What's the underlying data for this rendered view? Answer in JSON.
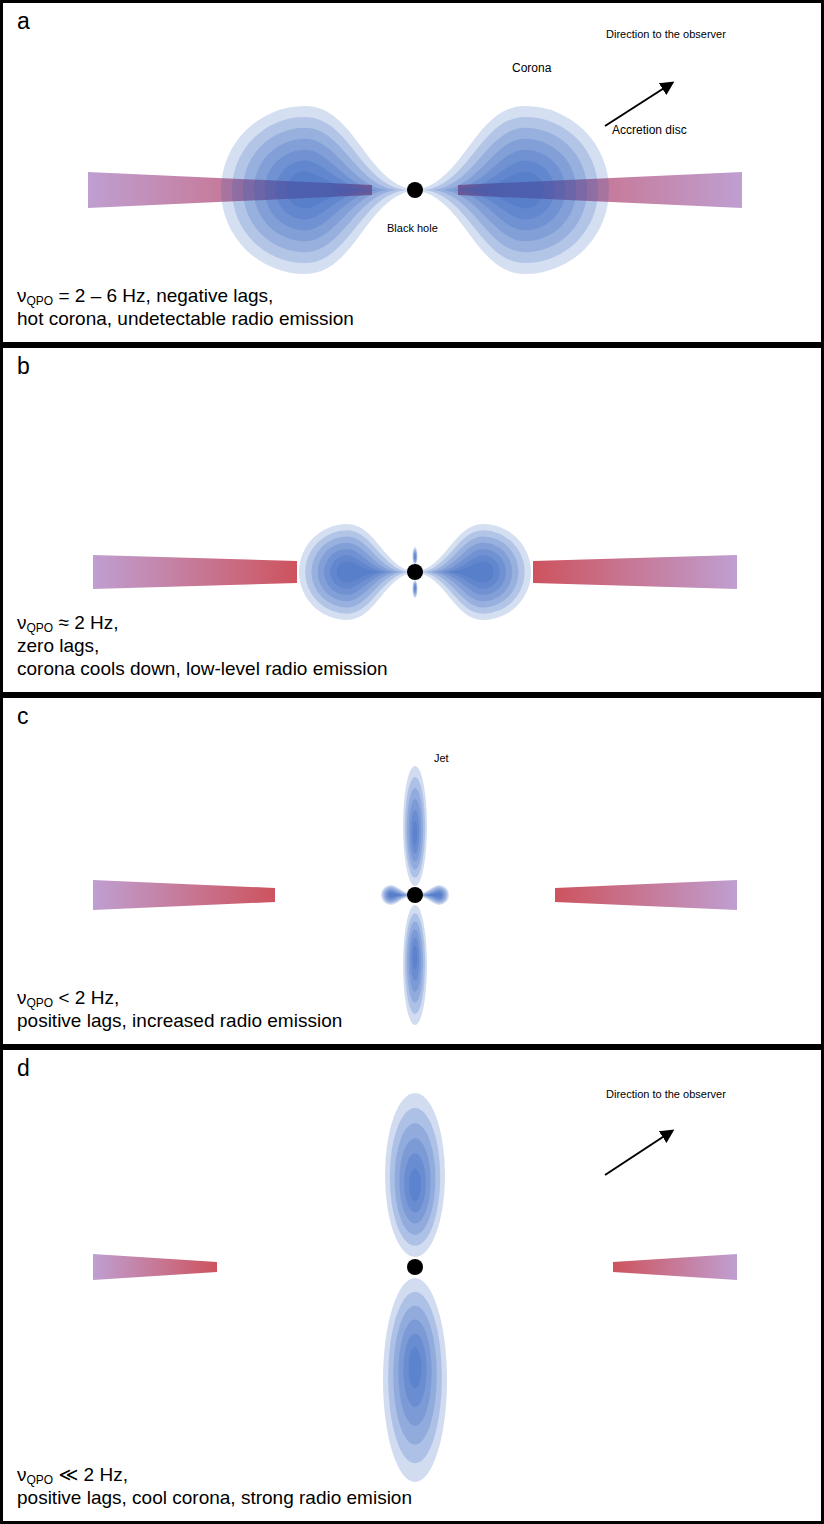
{
  "diagram": {
    "nodes": [
      {
        "text": [
          "a",
          "νQPO = 2 – 6 Hz, negative lags, hot corona, undetectable radio emission"
        ]
      },
      {
        "text": [
          "b",
          "νQPO ≈ 2 Hz, zero lags, corona cools down, low-level radio emission"
        ]
      },
      {
        "text": [
          "c",
          "νQPO < 2 Hz, positive lags, increased radio emission"
        ]
      },
      {
        "text": [
          "d",
          "νQPO ≪ 2 Hz, positive lags, cool corona, strong radio emision"
        ]
      }
    ],
    "labels": [
      "Direction to the observer",
      "Corona",
      "Accretion disc",
      "Black hole",
      "Jet",
      "Direction to the observer"
    ]
  }
}
